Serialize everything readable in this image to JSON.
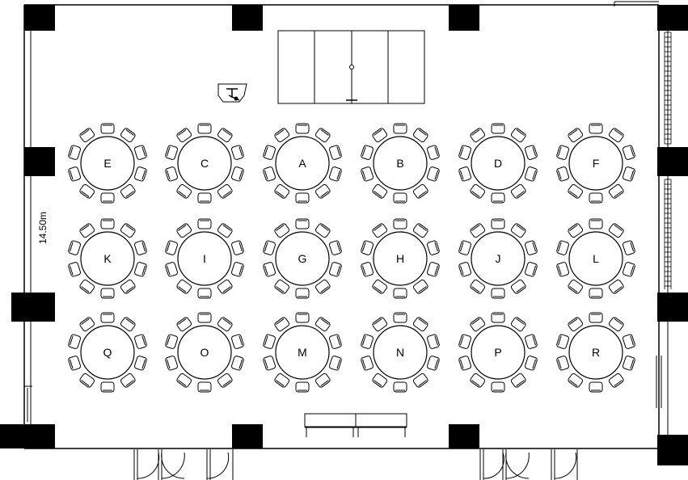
{
  "floorplan": {
    "dimension_label": "14.50m",
    "table_rows": [
      [
        "E",
        "C",
        "A",
        "B",
        "D",
        "F"
      ],
      [
        "K",
        "I",
        "G",
        "H",
        "J",
        "L"
      ],
      [
        "Q",
        "O",
        "M",
        "N",
        "P",
        "R"
      ]
    ],
    "chairs_per_table": 10,
    "line_color": "#000000",
    "column_color": "#000000",
    "background_color": "#ffffff"
  }
}
